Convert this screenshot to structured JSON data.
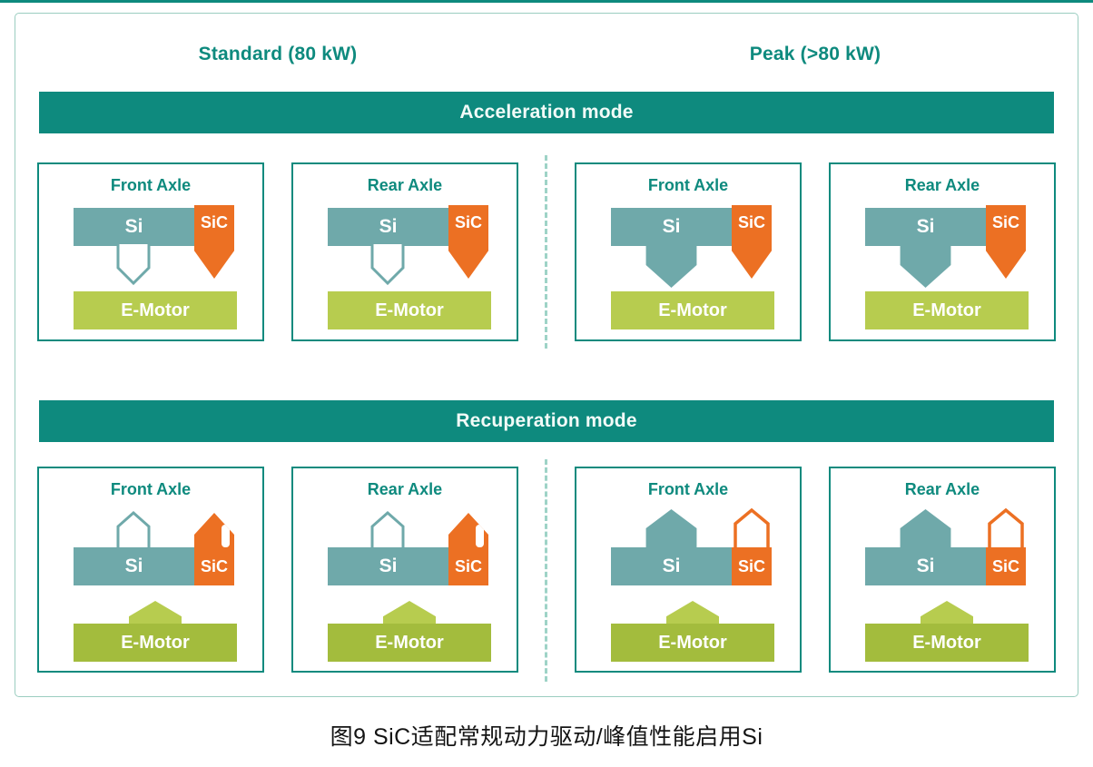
{
  "headers": {
    "standard": "Standard (80 kW)",
    "peak": "Peak (>80 kW)"
  },
  "sections": [
    {
      "banner": "Acceleration mode",
      "cards": [
        {
          "column": "standard",
          "title": "Front Axle",
          "si_label": "Si",
          "sic_label": "SiC",
          "motor_label": "E-Motor",
          "si_flow": "idle",
          "sic_flow": "active-down"
        },
        {
          "column": "standard",
          "title": "Rear Axle",
          "si_label": "Si",
          "sic_label": "SiC",
          "motor_label": "E-Motor",
          "si_flow": "idle",
          "sic_flow": "active-down"
        },
        {
          "column": "peak",
          "title": "Front Axle",
          "si_label": "Si",
          "sic_label": "SiC",
          "motor_label": "E-Motor",
          "si_flow": "active-down",
          "sic_flow": "active-down"
        },
        {
          "column": "peak",
          "title": "Rear Axle",
          "si_label": "Si",
          "sic_label": "SiC",
          "motor_label": "E-Motor",
          "si_flow": "active-down",
          "sic_flow": "active-down"
        }
      ]
    },
    {
      "banner": "Recuperation mode",
      "cards": [
        {
          "column": "standard",
          "title": "Front Axle",
          "si_label": "Si",
          "sic_label": "SiC",
          "motor_label": "E-Motor",
          "si_flow": "idle",
          "sic_flow": "active-up",
          "motor_flow": "active-up"
        },
        {
          "column": "standard",
          "title": "Rear Axle",
          "si_label": "Si",
          "sic_label": "SiC",
          "motor_label": "E-Motor",
          "si_flow": "idle",
          "sic_flow": "active-up",
          "motor_flow": "active-up"
        },
        {
          "column": "peak",
          "title": "Front Axle",
          "si_label": "Si",
          "sic_label": "SiC",
          "motor_label": "E-Motor",
          "si_flow": "active-up",
          "sic_flow": "idle",
          "motor_flow": "active-up"
        },
        {
          "column": "peak",
          "title": "Rear Axle",
          "si_label": "Si",
          "sic_label": "SiC",
          "motor_label": "E-Motor",
          "si_flow": "active-up",
          "sic_flow": "idle",
          "motor_flow": "active-up"
        }
      ]
    }
  ],
  "caption": "图9  SiC适配常规动力驱动/峰值性能启用Si",
  "colors": {
    "teal": "#0E8A7E",
    "si_fill": "#6FA9AA",
    "sic_orange": "#EC7023",
    "motor_green_light": "#B7CC4F",
    "motor_green_dark": "#A3BC3D",
    "divider_light_teal": "#9ED3C7",
    "banner_text": "#F2FBF8"
  }
}
